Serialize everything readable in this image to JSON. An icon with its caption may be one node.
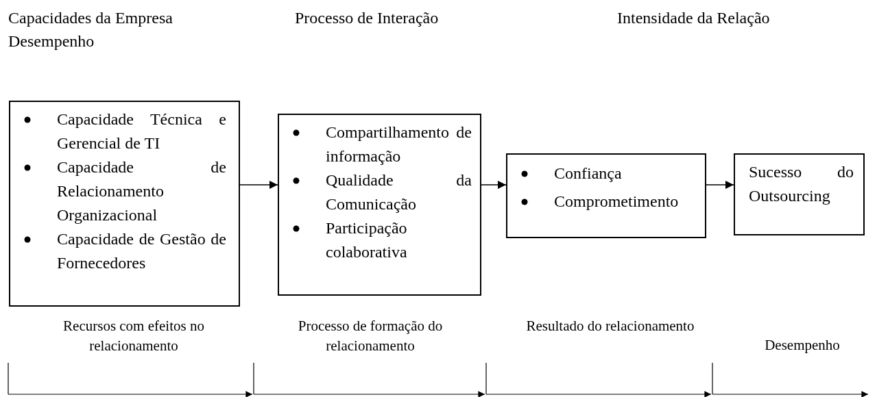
{
  "diagram": {
    "nodes": [
      {
        "text": [
          "Capacidade Técnica e Gerencial de TI",
          "Capacidade de Relacionamento Organizacional",
          "Capacidade de Gestão de Fornecedores"
        ]
      },
      {
        "text": [
          "Compartilhamento de informação",
          "Qualidade da Comunicação",
          "Participação colaborativa"
        ]
      },
      {
        "text": [
          "Confiança",
          "Comprometimento"
        ]
      },
      {
        "text": [
          "Sucesso do Outsourcing"
        ]
      }
    ],
    "edges": [
      {
        "from": 0,
        "to": 1,
        "arrow": "to"
      },
      {
        "from": 1,
        "to": 2,
        "arrow": "to"
      },
      {
        "from": 2,
        "to": 3,
        "arrow": "to"
      }
    ],
    "labels": [
      "Capacidades da Empresa",
      "Processo de Interação",
      "Intensidade da Relação",
      "Desempenho",
      "Recursos com efeitos no relacionamento",
      "Processo de formação do relacionamento",
      "Resultado do relacionamento",
      "Desempenho"
    ]
  }
}
